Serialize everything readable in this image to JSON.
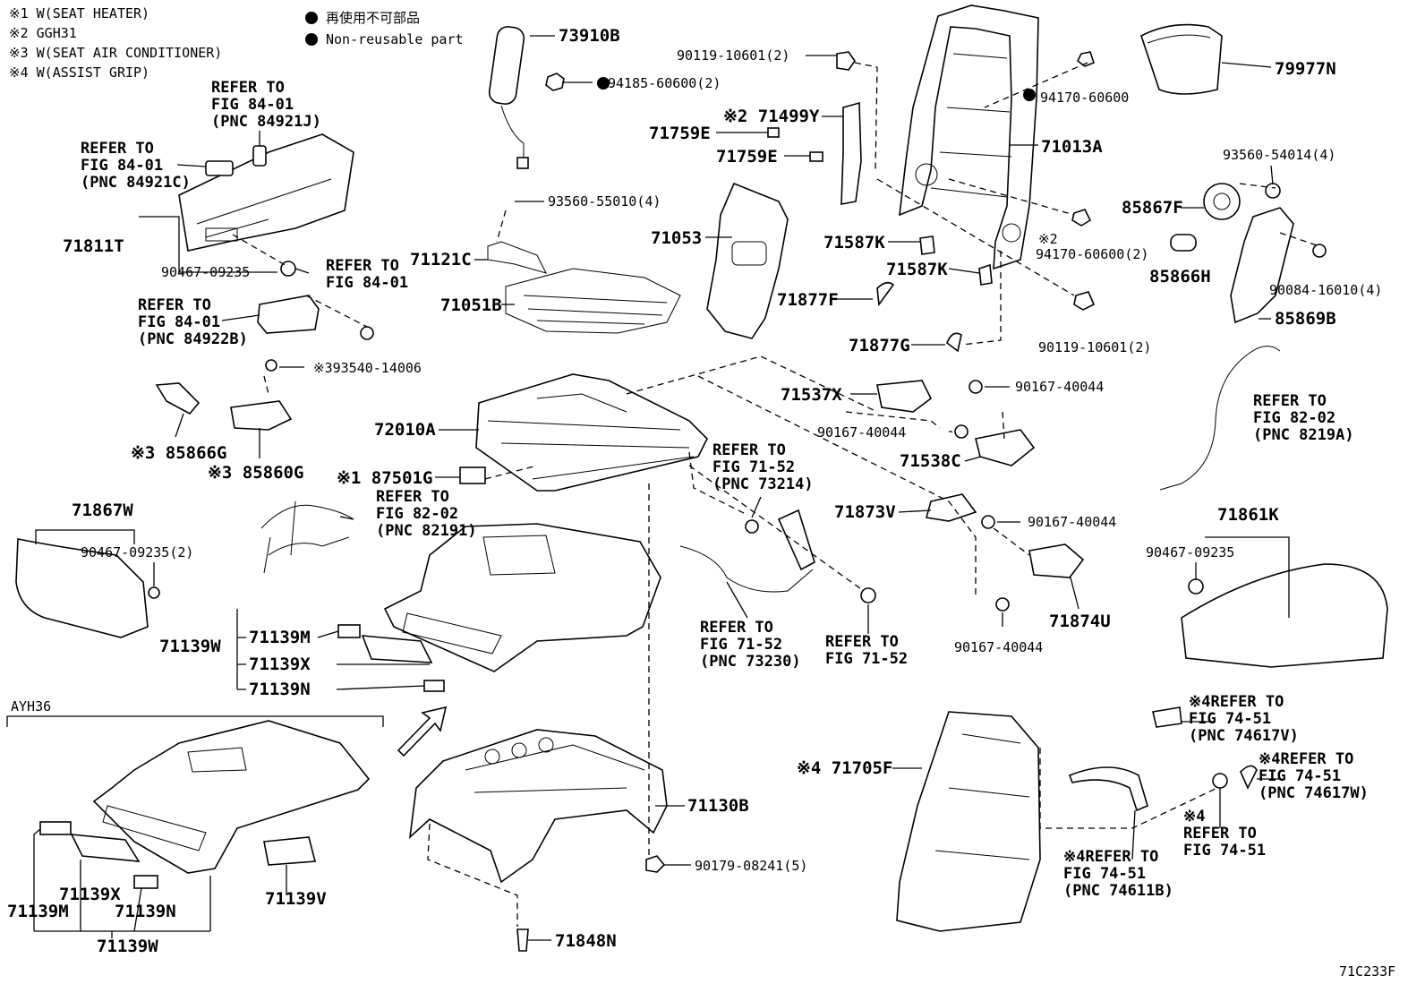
{
  "legend": {
    "notes": [
      "※1 W(SEAT HEATER)",
      "※2 GGH31",
      "※3 W(SEAT AIR CONDITIONER)",
      "※4 W(ASSIST GRIP)"
    ],
    "nonreusable_jp": "再使用不可部品",
    "nonreusable_en": "Non-reusable part"
  },
  "section_label": "AYH36",
  "figure_code": "71C233F",
  "labels": {
    "p73910B": "73910B",
    "p94185": "94185-60600(2)",
    "p90119a": "90119-10601(2)",
    "p71499Y": "※2 71499Y",
    "p71759Ea": "71759E",
    "p71759Eb": "71759E",
    "p94170a": "94170-60600",
    "p71013A": "71013A",
    "p79977N": "79977N",
    "p93560_54014": "93560-54014(4)",
    "p85867F": "85867F",
    "p85866H": "85866H",
    "p90084": "90084-16010(4)",
    "p85869B": "85869B",
    "p93560_55010": "93560-55010(4)",
    "p71121C": "71121C",
    "p71053": "71053",
    "p71587Ka": "71587K",
    "p71587Kb": "71587K",
    "p94170b_note": "※2",
    "p94170b": "94170-60600(2)",
    "p71051B": "71051B",
    "p71877F": "71877F",
    "p71877G": "71877G",
    "p90119b": "90119-10601(2)",
    "p71811T": "71811T",
    "p90467a": "90467-09235",
    "p393540": "※393540-14006",
    "p71537X": "71537X",
    "p90167a": "90167-40044",
    "p90167b": "90167-40044",
    "p71538C": "71538C",
    "p72010A": "72010A",
    "p85866G": "※3 85866G",
    "p85860G": "※3 85860G",
    "p87501G": "※1 87501G",
    "p71867W": "71867W",
    "p90467b": "90467-09235(2)",
    "p71873V": "71873V",
    "p90167c": "90167-40044",
    "p71861K": "71861K",
    "p90467c": "90467-09235",
    "p71874U": "71874U",
    "p90167d": "90167-40044",
    "p71139W": "71139W",
    "p71139M": "71139M",
    "p71139X": "71139X",
    "p71139N": "71139N",
    "p71705F": "※4 71705F",
    "p71130B": "71130B",
    "p90179": "90179-08241(5)",
    "p71848N": "71848N",
    "p71139V": "71139V",
    "b71139M": "71139M",
    "b71139X": "71139X",
    "b71139N": "71139N",
    "b71139W": "71139W"
  },
  "refs": {
    "r84921J": [
      "REFER TO",
      "FIG 84-01",
      "(PNC 84921J)"
    ],
    "r84921C": [
      "REFER TO",
      "FIG 84-01",
      "(PNC 84921C)"
    ],
    "r84_01": [
      "REFER TO",
      "FIG 84-01"
    ],
    "r84922B": [
      "REFER TO",
      "FIG 84-01",
      "(PNC 84922B)"
    ],
    "r8219A": [
      "REFER TO",
      "FIG 82-02",
      "(PNC 8219A)"
    ],
    "r73214": [
      "REFER TO",
      "FIG 71-52",
      "(PNC 73214)"
    ],
    "r82191": [
      "REFER TO",
      "FIG 82-02",
      "(PNC 82191)"
    ],
    "r73230": [
      "REFER TO",
      "FIG 71-52",
      "(PNC 73230)"
    ],
    "r71_52": [
      "REFER TO",
      "FIG 71-52"
    ],
    "r74617V": [
      "※4REFER TO",
      "FIG 74-51",
      "(PNC 74617V)"
    ],
    "r74617W": [
      "※4REFER TO",
      "FIG 74-51",
      "(PNC 74617W)"
    ],
    "r74_51": [
      "※4",
      "REFER TO",
      "FIG 74-51"
    ],
    "r74611B": [
      "※4REFER TO",
      "FIG 74-51",
      "(PNC 74611B)"
    ]
  }
}
